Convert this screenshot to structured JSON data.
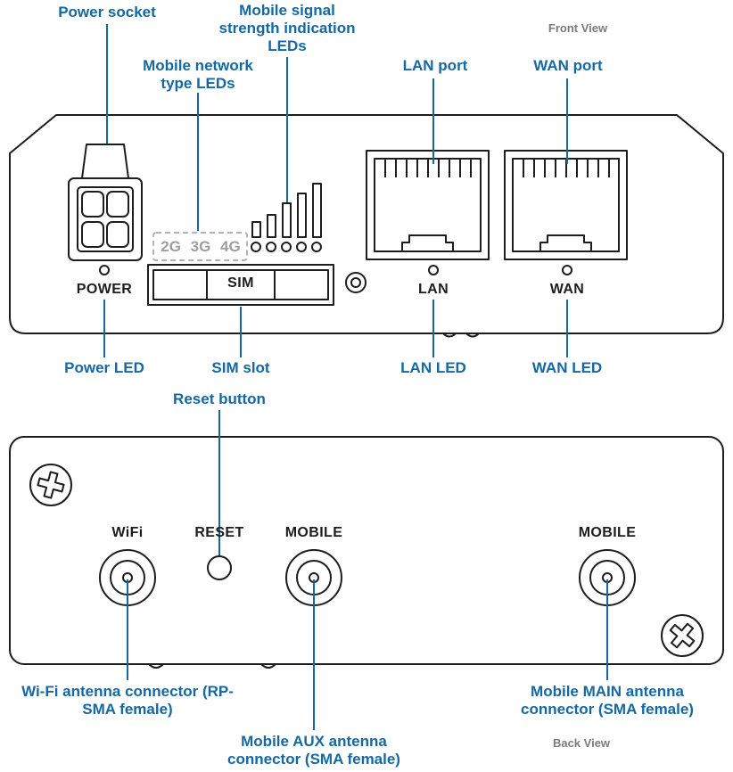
{
  "colors": {
    "label_blue": "#1568a3",
    "outline_black": "#1d1d1d",
    "network_text_gray": "#9e9e9e",
    "view_label_gray": "#7b7b7b"
  },
  "front": {
    "view_label": "Front View",
    "callouts": {
      "power_socket": "Power socket",
      "mobile_signal_leds": "Mobile signal strength indication LEDs",
      "mobile_network_leds": "Mobile network type LEDs",
      "lan_port": "LAN port",
      "wan_port": "WAN port",
      "power_led": "Power LED",
      "sim_slot": "SIM slot",
      "lan_led": "LAN LED",
      "wan_led": "WAN LED"
    },
    "panel_labels": {
      "power": "POWER",
      "sim": "SIM",
      "lan": "LAN",
      "wan": "WAN",
      "network_types": "2G 3G 4G"
    }
  },
  "back": {
    "view_label": "Back View",
    "callouts": {
      "reset_button": "Reset button",
      "wifi_antenna": "Wi-Fi antenna connector (RP-SMA female)",
      "mobile_aux_antenna": "Mobile AUX antenna connector (SMA female)",
      "mobile_main_antenna": "Mobile MAIN antenna connector (SMA female)"
    },
    "panel_labels": {
      "wifi": "WiFi",
      "reset": "RESET",
      "mobile_aux": "MOBILE",
      "mobile_main": "MOBILE"
    }
  }
}
